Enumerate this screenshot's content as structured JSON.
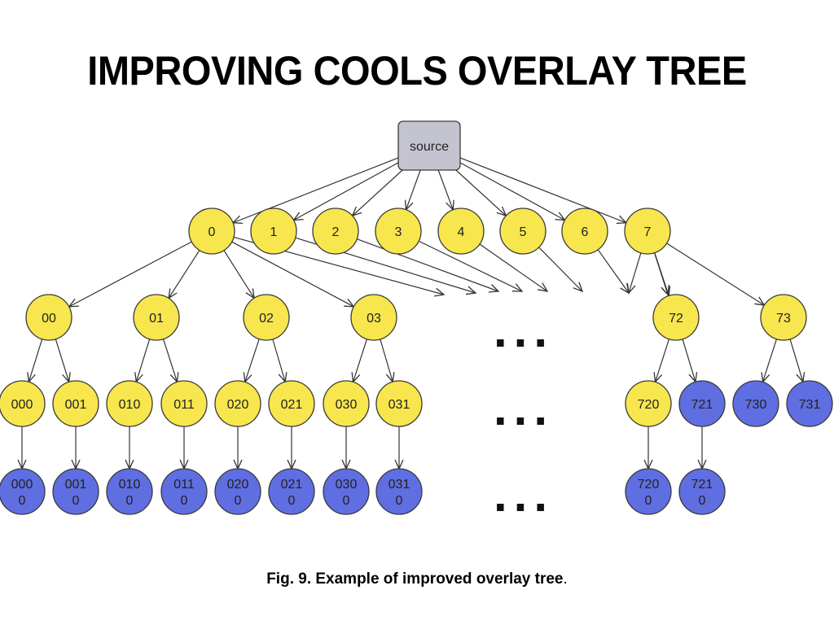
{
  "title": "IMPROVING COOLS OVERLAY TREE",
  "caption": {
    "text": "Fig. 9. Example of improved overlay tree",
    "suffix": "."
  },
  "colors": {
    "source_fill": "#c4c4d0",
    "peer_fill": "#f7e64e",
    "backup_fill": "#5f6ee0",
    "stroke": "#3a3a3a",
    "edge": "#333333"
  },
  "ellipsis": "...",
  "diagram": {
    "nodes": [
      {
        "id": "source",
        "label": "source",
        "kind": "source"
      },
      {
        "id": "0",
        "label": "0",
        "kind": "peer"
      },
      {
        "id": "1",
        "label": "1",
        "kind": "peer"
      },
      {
        "id": "2",
        "label": "2",
        "kind": "peer"
      },
      {
        "id": "3",
        "label": "3",
        "kind": "peer"
      },
      {
        "id": "4",
        "label": "4",
        "kind": "peer"
      },
      {
        "id": "5",
        "label": "5",
        "kind": "peer"
      },
      {
        "id": "6",
        "label": "6",
        "kind": "peer"
      },
      {
        "id": "7",
        "label": "7",
        "kind": "peer"
      },
      {
        "id": "00",
        "label": "00",
        "kind": "peer"
      },
      {
        "id": "01",
        "label": "01",
        "kind": "peer"
      },
      {
        "id": "02",
        "label": "02",
        "kind": "peer"
      },
      {
        "id": "03",
        "label": "03",
        "kind": "peer"
      },
      {
        "id": "72",
        "label": "72",
        "kind": "peer"
      },
      {
        "id": "73",
        "label": "73",
        "kind": "peer"
      },
      {
        "id": "000",
        "label": "000",
        "kind": "peer"
      },
      {
        "id": "001",
        "label": "001",
        "kind": "peer"
      },
      {
        "id": "010",
        "label": "010",
        "kind": "peer"
      },
      {
        "id": "011",
        "label": "011",
        "kind": "peer"
      },
      {
        "id": "020",
        "label": "020",
        "kind": "peer"
      },
      {
        "id": "021",
        "label": "021",
        "kind": "peer"
      },
      {
        "id": "030",
        "label": "030",
        "kind": "peer"
      },
      {
        "id": "031",
        "label": "031",
        "kind": "peer"
      },
      {
        "id": "720",
        "label": "720",
        "kind": "peer"
      },
      {
        "id": "721",
        "label": "721",
        "kind": "backup"
      },
      {
        "id": "730",
        "label": "730",
        "kind": "backup"
      },
      {
        "id": "731",
        "label": "731",
        "kind": "backup"
      },
      {
        "id": "0000",
        "label": [
          "000",
          "0"
        ],
        "kind": "backup"
      },
      {
        "id": "0010",
        "label": [
          "001",
          "0"
        ],
        "kind": "backup"
      },
      {
        "id": "0100",
        "label": [
          "010",
          "0"
        ],
        "kind": "backup"
      },
      {
        "id": "0110",
        "label": [
          "011",
          "0"
        ],
        "kind": "backup"
      },
      {
        "id": "0200",
        "label": [
          "020",
          "0"
        ],
        "kind": "backup"
      },
      {
        "id": "0210",
        "label": [
          "021",
          "0"
        ],
        "kind": "backup"
      },
      {
        "id": "0300",
        "label": [
          "030",
          "0"
        ],
        "kind": "backup"
      },
      {
        "id": "0310",
        "label": [
          "031",
          "0"
        ],
        "kind": "backup"
      },
      {
        "id": "7200",
        "label": [
          "720",
          "0"
        ],
        "kind": "backup"
      },
      {
        "id": "7210",
        "label": [
          "721",
          "0"
        ],
        "kind": "backup"
      }
    ],
    "edges": [
      [
        "source",
        "0"
      ],
      [
        "source",
        "1"
      ],
      [
        "source",
        "2"
      ],
      [
        "source",
        "3"
      ],
      [
        "source",
        "4"
      ],
      [
        "source",
        "5"
      ],
      [
        "source",
        "6"
      ],
      [
        "source",
        "7"
      ],
      [
        "0",
        "00"
      ],
      [
        "0",
        "01"
      ],
      [
        "0",
        "02"
      ],
      [
        "0",
        "03"
      ],
      [
        "7",
        "72"
      ],
      [
        "7",
        "73"
      ],
      [
        "00",
        "000"
      ],
      [
        "00",
        "001"
      ],
      [
        "01",
        "010"
      ],
      [
        "01",
        "011"
      ],
      [
        "02",
        "020"
      ],
      [
        "02",
        "021"
      ],
      [
        "03",
        "030"
      ],
      [
        "03",
        "031"
      ],
      [
        "72",
        "720"
      ],
      [
        "72",
        "721"
      ],
      [
        "73",
        "730"
      ],
      [
        "73",
        "731"
      ],
      [
        "000",
        "0000"
      ],
      [
        "001",
        "0010"
      ],
      [
        "010",
        "0100"
      ],
      [
        "011",
        "0110"
      ],
      [
        "020",
        "0200"
      ],
      [
        "021",
        "0210"
      ],
      [
        "030",
        "0300"
      ],
      [
        "031",
        "0310"
      ],
      [
        "720",
        "7200"
      ],
      [
        "721",
        "7210"
      ]
    ],
    "open_edges": [
      "0",
      "1",
      "2",
      "3",
      "4",
      "5",
      "6",
      "7",
      "7"
    ]
  }
}
